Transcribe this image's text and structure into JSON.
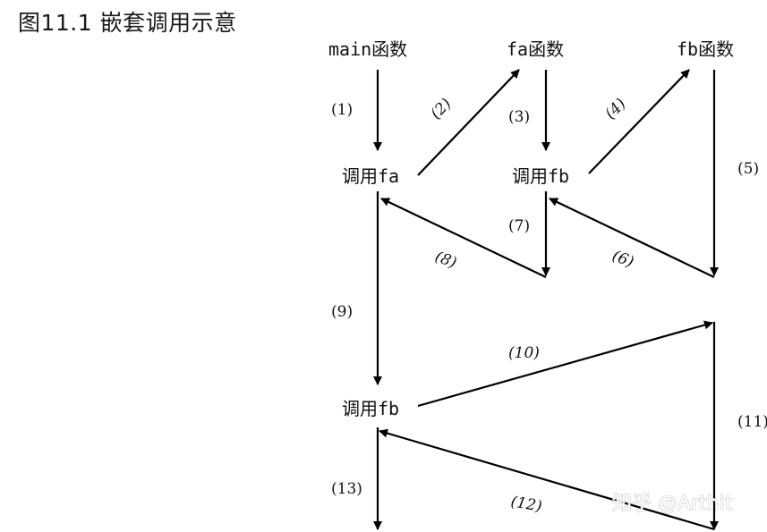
{
  "title": "图11.1  嵌套调用示意",
  "nodes": {
    "main_fn": "main函数",
    "fa_fn": "fa函数",
    "fb_fn": "fb函数",
    "call_fa": "调用fa",
    "call_fb_in_fa": "调用fb",
    "call_fb_in_main": "调用fb"
  },
  "steps": [
    "(1)",
    "(2)",
    "(3)",
    "(4)",
    "(5)",
    "(6)",
    "(7)",
    "(8)",
    "(9)",
    "(10)",
    "(11)",
    "(12)",
    "(13)"
  ],
  "watermark": "知乎 @Arthit",
  "colors": {
    "ink": "#000000",
    "background": "#ffffff",
    "watermark_stroke": "#c9c9c9"
  }
}
